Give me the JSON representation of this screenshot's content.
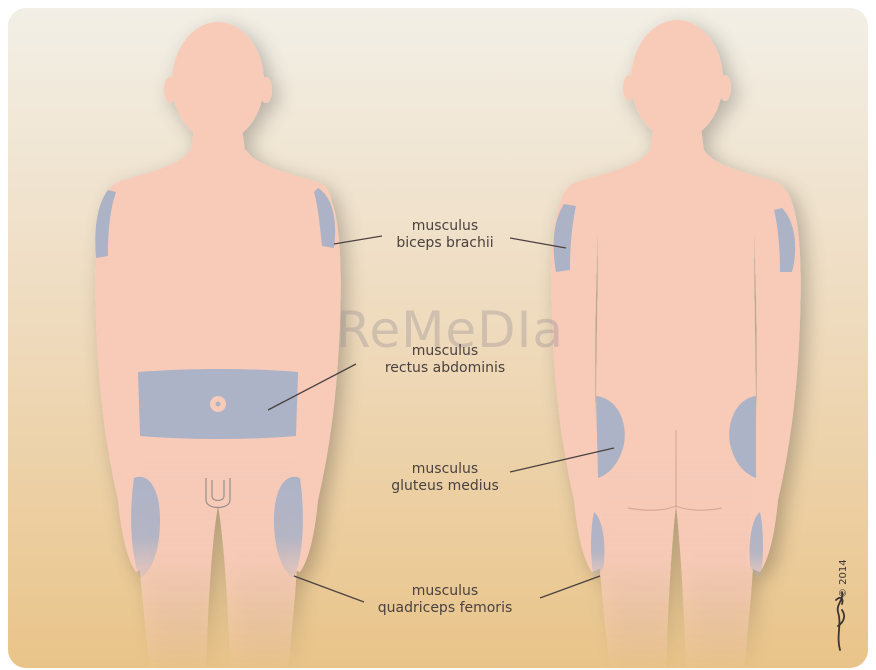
{
  "colors": {
    "background_top": "#f1ede4",
    "background_bottom": "#eac590",
    "skin": "#f8cbb9",
    "injection_zone": "#adb3c6",
    "leader_line": "#4a4140",
    "label_text": "#4a4140"
  },
  "labels": {
    "biceps": {
      "line1": "musculus",
      "line2": "biceps brachii"
    },
    "abdominis": {
      "line1": "musculus",
      "line2": "rectus abdominis"
    },
    "gluteus": {
      "line1": "musculus",
      "line2": "gluteus medius"
    },
    "quadriceps": {
      "line1": "musculus",
      "line2": "quadriceps femoris"
    }
  },
  "watermark": "ReMeDIa",
  "credit": {
    "signature": "lindfield",
    "copyright": "© 2014"
  }
}
